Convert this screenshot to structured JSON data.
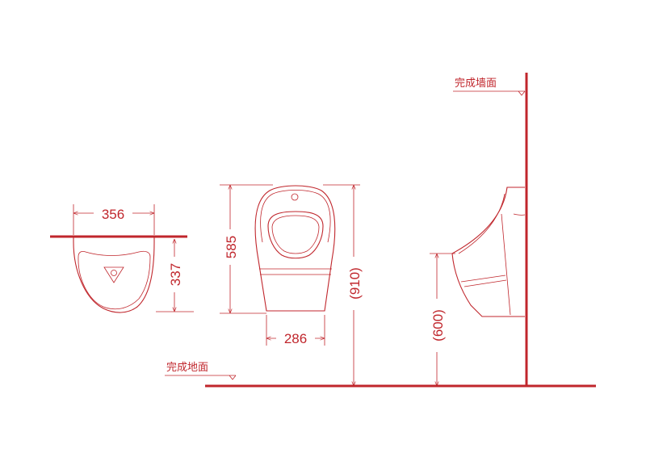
{
  "colors": {
    "line": "#c0262c",
    "background": "#ffffff"
  },
  "labels": {
    "wall_finish": "完成墙面",
    "floor_finish": "完成地面"
  },
  "dimensions": {
    "top_width": "356",
    "top_depth": "337",
    "front_height": "585",
    "front_base_width": "286",
    "total_height": "(910)",
    "mount_height": "(600)"
  }
}
